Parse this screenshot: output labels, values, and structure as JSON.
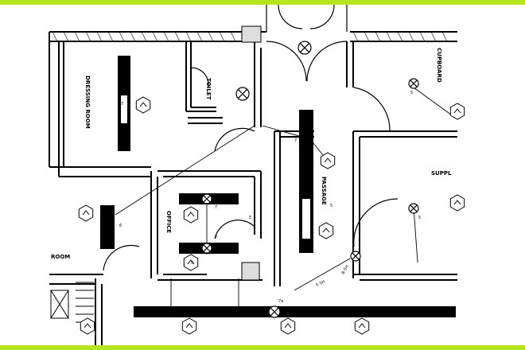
{
  "plan": {
    "colors": {
      "band": "#b5e61d",
      "ink": "#000000",
      "paper": "#ffffff"
    },
    "rooms": {
      "dressing_room": "DRESSING ROOM",
      "toilet": "TOILET",
      "passage": "PASSAGE",
      "office": "OFFICE",
      "room": "ROOM",
      "supply": "SUPPL",
      "cupboard": "CUPBOARD"
    },
    "fixture_tags": {
      "dressing_a": "7",
      "dressing_b": "6",
      "passage_a": "7",
      "office_a": "7",
      "office_b": "7",
      "office_c": "5",
      "office_d": "5",
      "room_a": "6",
      "bottom_a": "7a",
      "cupboard_a": "5",
      "supply_a": "5",
      "passage_b": "5"
    },
    "circuits": {
      "run_a": "E-5H",
      "run_b": "B-5H"
    },
    "icons": [
      "switch-hexagon-icon",
      "ceiling-light-icon",
      "tube-light-icon",
      "shaft-hatch-icon"
    ]
  }
}
